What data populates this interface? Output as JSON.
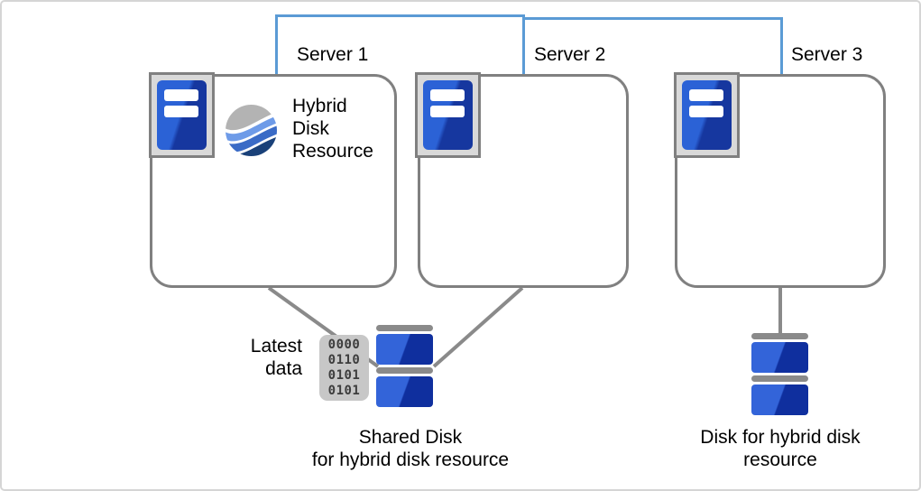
{
  "servers": [
    {
      "label": "Server 1"
    },
    {
      "label": "Server 2"
    },
    {
      "label": "Server 3"
    }
  ],
  "hybrid_resource": {
    "label_lines": [
      "Hybrid",
      "Disk",
      "Resource"
    ]
  },
  "latest_data": {
    "label_lines": [
      "Latest",
      "data"
    ]
  },
  "binary_icon": {
    "rows": [
      "0000",
      "0110",
      "0101",
      "0101"
    ]
  },
  "shared_disk": {
    "label_lines": [
      "Shared Disk",
      "for hybrid disk resource"
    ]
  },
  "hybrid_disk": {
    "label_lines": [
      "Disk for hybrid disk",
      "resource"
    ]
  },
  "icons": {
    "server": "server-tower-icon",
    "hybrid_resource": "wave-sphere-icon",
    "latest_data": "binary-data-icon",
    "shared_disk": "stacked-disk-icon",
    "hybrid_disk": "stacked-disk-icon"
  },
  "colors": {
    "interconnect_blue": "#5b9bd5",
    "box_border_gray": "#808080",
    "line_gray": "#8a8a8a",
    "frame_border": "#d5d5d5",
    "icon_frame_fill": "#d9d9d9",
    "server_blue_light": "#2b62d6",
    "server_blue_dark": "#16379f",
    "disk_blue_light": "#3364d9",
    "disk_blue_dark": "#0f2f9e",
    "disk_cap_gray": "#8a8a8a",
    "binary_bg": "#c7c7c7",
    "sphere_gray": "#b3b3b3",
    "sphere_blue_light": "#6e9be8",
    "sphere_blue_mid": "#3a6bc6",
    "sphere_blue_dark": "#1a4179"
  }
}
